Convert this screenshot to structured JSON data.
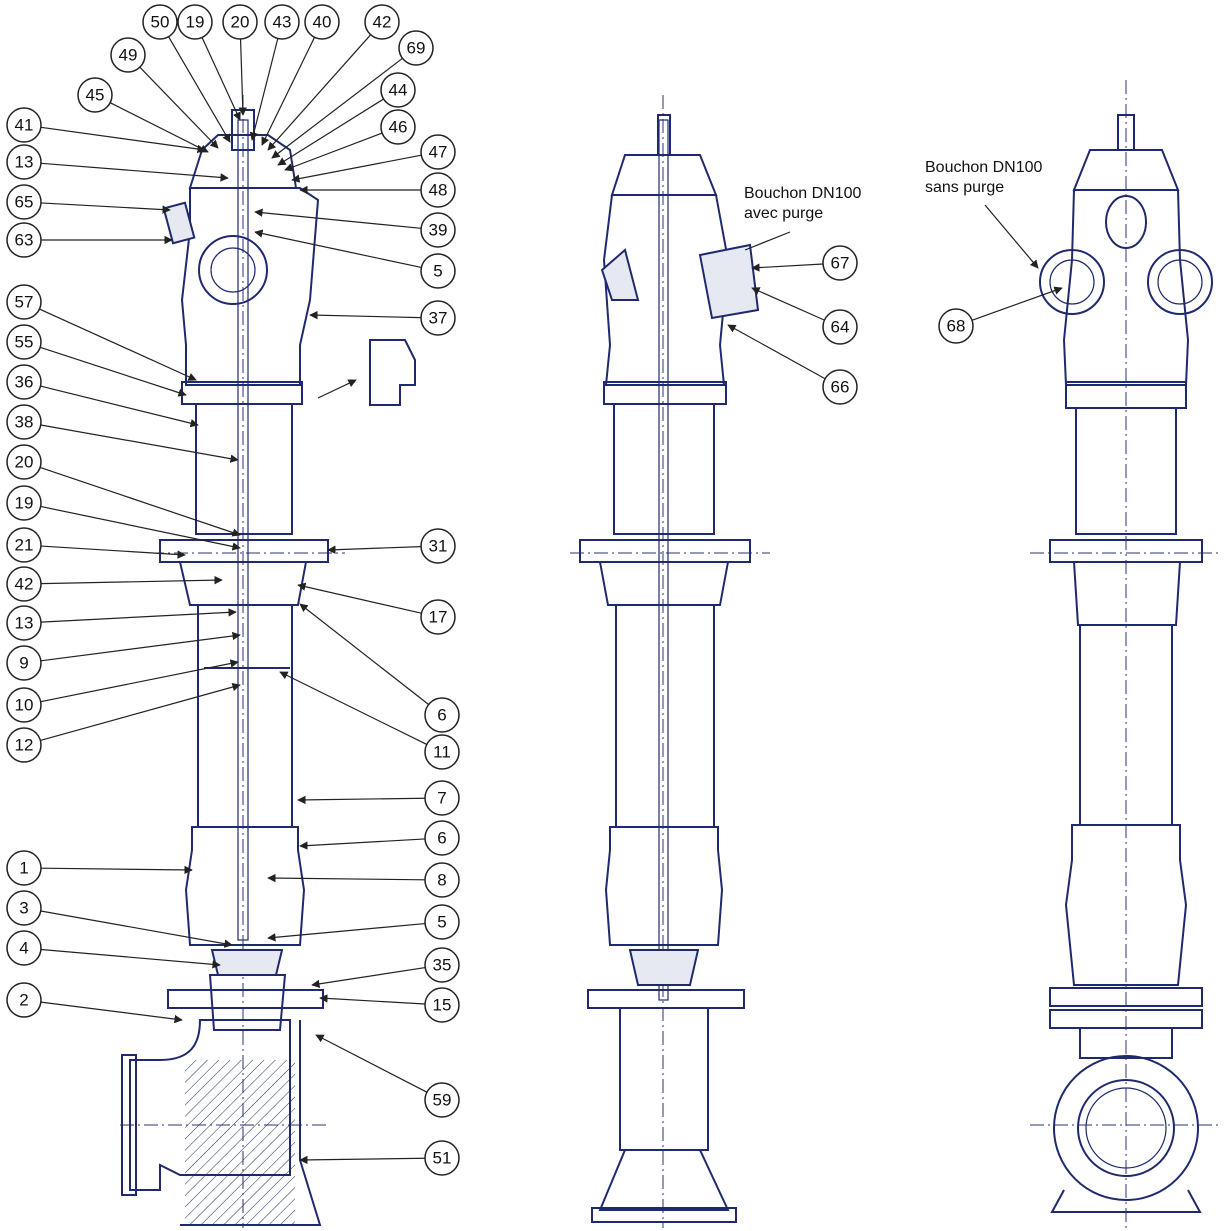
{
  "notes": {
    "middle_line1": "Bouchon DN100",
    "middle_line2": "avec purge",
    "right_line1": "Bouchon DN100",
    "right_line2": "sans purge"
  },
  "left_labels": [
    "41",
    "13",
    "65",
    "63",
    "45",
    "49",
    "50",
    "19",
    "20",
    "43",
    "40",
    "42",
    "69",
    "44",
    "46",
    "47",
    "48",
    "39",
    "5",
    "37",
    "57",
    "55",
    "36",
    "38",
    "20",
    "19",
    "21",
    "42",
    "13",
    "9",
    "10",
    "12",
    "31",
    "17",
    "6",
    "11",
    "7",
    "6",
    "1",
    "3",
    "4",
    "2",
    "8",
    "5",
    "35",
    "15",
    "59",
    "51"
  ],
  "middle_labels": [
    "67",
    "64",
    "66"
  ],
  "right_labels": [
    "68"
  ]
}
